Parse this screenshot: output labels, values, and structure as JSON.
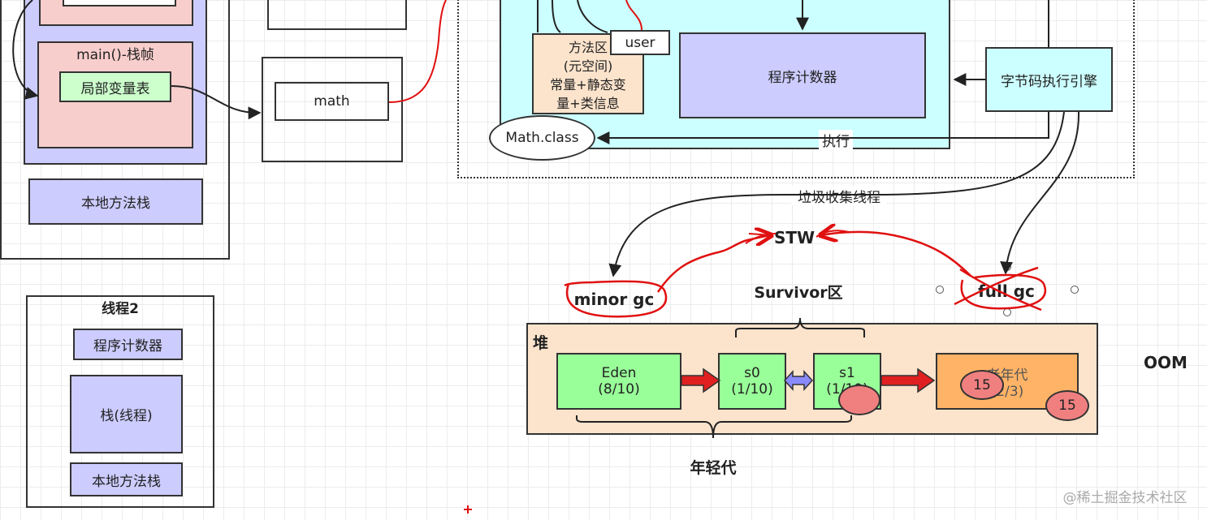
{
  "thread1": {
    "frame_label": "main()-栈帧",
    "local_vars": "局部变量表",
    "native_stack": "本地方法栈"
  },
  "math_obj": {
    "label": "math"
  },
  "shared": {
    "method_area": "方法区\n(元空间)\n常量+静态变\n量+类信息",
    "user": "user",
    "pc": "程序计数器",
    "math_class": "Math.class",
    "execute": "执行",
    "engine": "字节码执行引擎"
  },
  "gc_thread": "垃圾收集线程",
  "stw": "STW",
  "minor_gc": "minor gc",
  "full_gc": "full gc",
  "survivor": "Survivor区",
  "thread2": {
    "title": "线程2",
    "pc": "程序计数器",
    "stack": "栈(线程)",
    "native_stack": "本地方法栈"
  },
  "heap": {
    "title": "堆",
    "eden": "Eden\n(8/10)",
    "s0": "s0\n(1/10)",
    "s1": "s1\n(1/10)",
    "old": "老年代\n(2/3)",
    "badge_old_inner": "15",
    "badge_old_corner": "15",
    "young_gen": "年轻代"
  },
  "oom": "OOM",
  "watermark": "@稀土掘金技术社区",
  "colors": {
    "pink": "#f8cecc",
    "lavender": "#ccccff",
    "green": "#99ff99",
    "light_green": "#ccffcc",
    "cyan": "#ccffff",
    "peach": "#fbe3cc",
    "orange": "#ffb366",
    "red_ink": "#e01010"
  }
}
